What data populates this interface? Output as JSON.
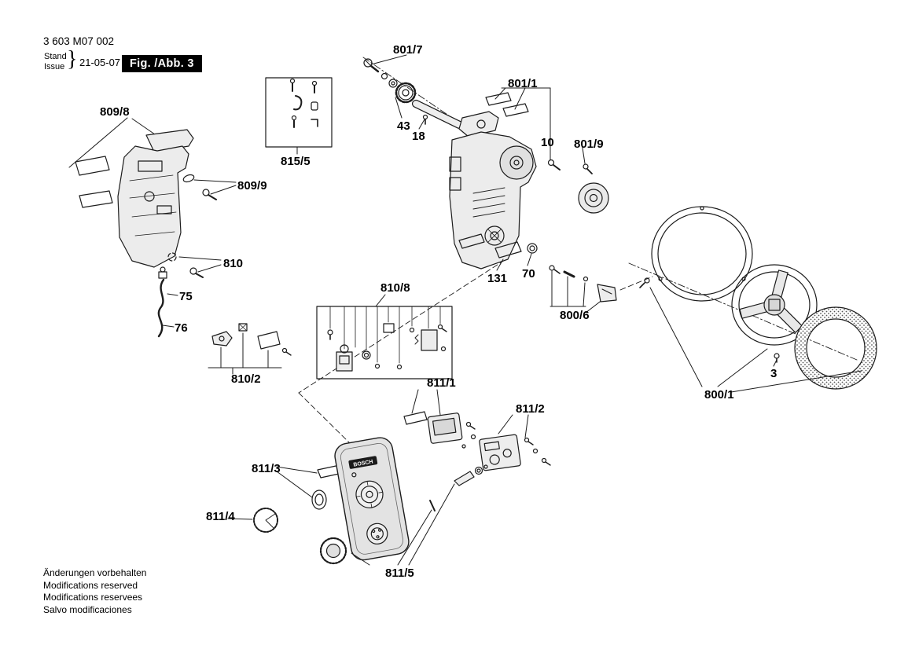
{
  "meta": {
    "part_number": "3 603 M07 002",
    "stand": "Stand",
    "issue": "Issue",
    "brace": "}",
    "date": "21-05-07",
    "figure": "Fig. /Abb. 3"
  },
  "diagram": {
    "brand": "BOSCH"
  },
  "labels": {
    "p809_8": "809/8",
    "p815_5": "815/5",
    "p801_7": "801/7",
    "p43": "43",
    "p18": "18",
    "p801_1": "801/1",
    "p10": "10",
    "p801_9": "801/9",
    "p809_9": "809/9",
    "p810": "810",
    "p75": "75",
    "p76": "76",
    "p131": "131",
    "p70": "70",
    "p800_6": "800/6",
    "p810_2": "810/2",
    "p810_8": "810/8",
    "p811_1": "811/1",
    "p811_2": "811/2",
    "p800_1": "800/1",
    "p3": "3",
    "p811_3": "811/3",
    "p811_4": "811/4",
    "p811_5": "811/5"
  },
  "footer": {
    "lines": [
      "Änderungen vorbehalten",
      "Modifications reserved",
      "Modifications reservees",
      "Salvo modificaciones"
    ]
  }
}
